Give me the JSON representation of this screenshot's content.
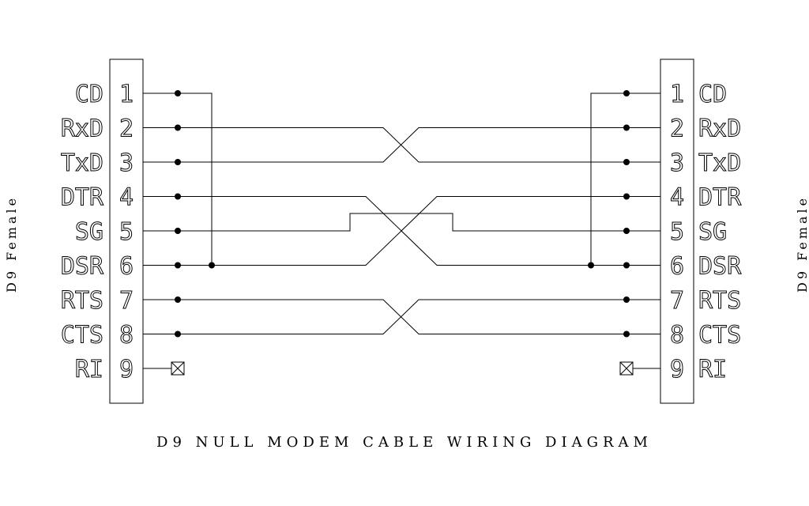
{
  "title": "D9 NULL MODEM CABLE WIRING DIAGRAM",
  "left_connector": {
    "label": "D9 Female",
    "pins": [
      {
        "num": "1",
        "signal": "CD"
      },
      {
        "num": "2",
        "signal": "RxD"
      },
      {
        "num": "3",
        "signal": "TxD"
      },
      {
        "num": "4",
        "signal": "DTR"
      },
      {
        "num": "5",
        "signal": "SG"
      },
      {
        "num": "6",
        "signal": "DSR"
      },
      {
        "num": "7",
        "signal": "RTS"
      },
      {
        "num": "8",
        "signal": "CTS"
      },
      {
        "num": "9",
        "signal": "RI"
      }
    ]
  },
  "right_connector": {
    "label": "D9 Female",
    "pins": [
      {
        "num": "1",
        "signal": "CD"
      },
      {
        "num": "2",
        "signal": "RxD"
      },
      {
        "num": "3",
        "signal": "TxD"
      },
      {
        "num": "4",
        "signal": "DTR"
      },
      {
        "num": "5",
        "signal": "SG"
      },
      {
        "num": "6",
        "signal": "DSR"
      },
      {
        "num": "7",
        "signal": "RTS"
      },
      {
        "num": "8",
        "signal": "CTS"
      },
      {
        "num": "9",
        "signal": "RI"
      }
    ]
  },
  "connections": [
    {
      "from": "2",
      "to": "3"
    },
    {
      "from": "3",
      "to": "2"
    },
    {
      "from": "4",
      "to": "6"
    },
    {
      "from": "6",
      "to": "4"
    },
    {
      "from": "5",
      "to": "5"
    },
    {
      "from": "7",
      "to": "8"
    },
    {
      "from": "8",
      "to": "7"
    }
  ],
  "local_jumpers": [
    {
      "side": "left",
      "from": "1",
      "to": "6"
    },
    {
      "side": "right",
      "from": "1",
      "to": "6"
    }
  ],
  "not_connected": [
    "9"
  ]
}
